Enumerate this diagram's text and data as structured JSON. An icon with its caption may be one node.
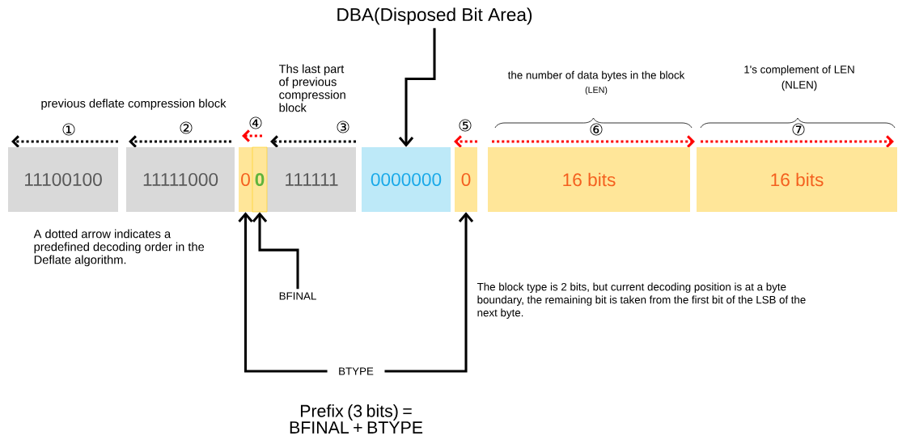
{
  "diagram": {
    "nodes": [
      {
        "text": [
          "11100100"
        ]
      },
      {
        "text": [
          "11111000"
        ]
      },
      {
        "text": [
          "111111"
        ]
      },
      {
        "text": [
          "0"
        ]
      },
      {
        "text": [
          "0"
        ]
      },
      {
        "text": [
          "0000000"
        ]
      },
      {
        "text": [
          "0"
        ]
      },
      {
        "text": [
          "16 bits"
        ]
      },
      {
        "text": [
          "16 bits"
        ]
      },
      {
        "text": [
          "DBA(Disposed Bit Area)"
        ]
      },
      {
        "text": [
          "BFINAL"
        ]
      },
      {
        "text": [
          "BTYPE"
        ]
      }
    ],
    "edges": [
      {
        "from": 9,
        "to": 5,
        "arrow": "to"
      },
      {
        "from": 10,
        "to": 4,
        "arrow": "to"
      },
      {
        "from": 11,
        "to": 3,
        "arrow": "to"
      },
      {
        "from": 11,
        "to": 6,
        "arrow": "to"
      }
    ],
    "labels": [
      "previous deflate compression block",
      "Ths last part of previous compression block",
      "①",
      "②",
      "④",
      "③",
      "⑤",
      "⑥",
      "⑦",
      "the number of data bytes in the block",
      "(LEN)",
      "1's complement of LEN",
      "(NLEN)",
      "A dotted arrow indicates a predefined decoding order in the Deflate algorithm.",
      "The block type is 2 bits, but current decoding position is at a byte boundary, the remaining bit is taken from the first bit of the LSB of the next byte.",
      "Prefix (3 bits) = BFINAL + BTYPE"
    ]
  }
}
